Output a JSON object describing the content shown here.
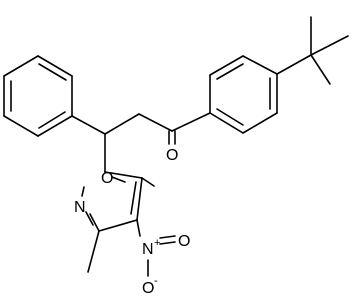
{
  "molecule": {
    "atoms": {
      "carbonyl_oxygen": "O",
      "ring_oxygen": "O",
      "ring_nitrogen": "N",
      "nitro_nitrogen": "N",
      "nitro_plus": "+",
      "nitro_oxygen_top": "O",
      "nitro_oxygen_bottom": "O",
      "nitro_minus": "-"
    }
  }
}
